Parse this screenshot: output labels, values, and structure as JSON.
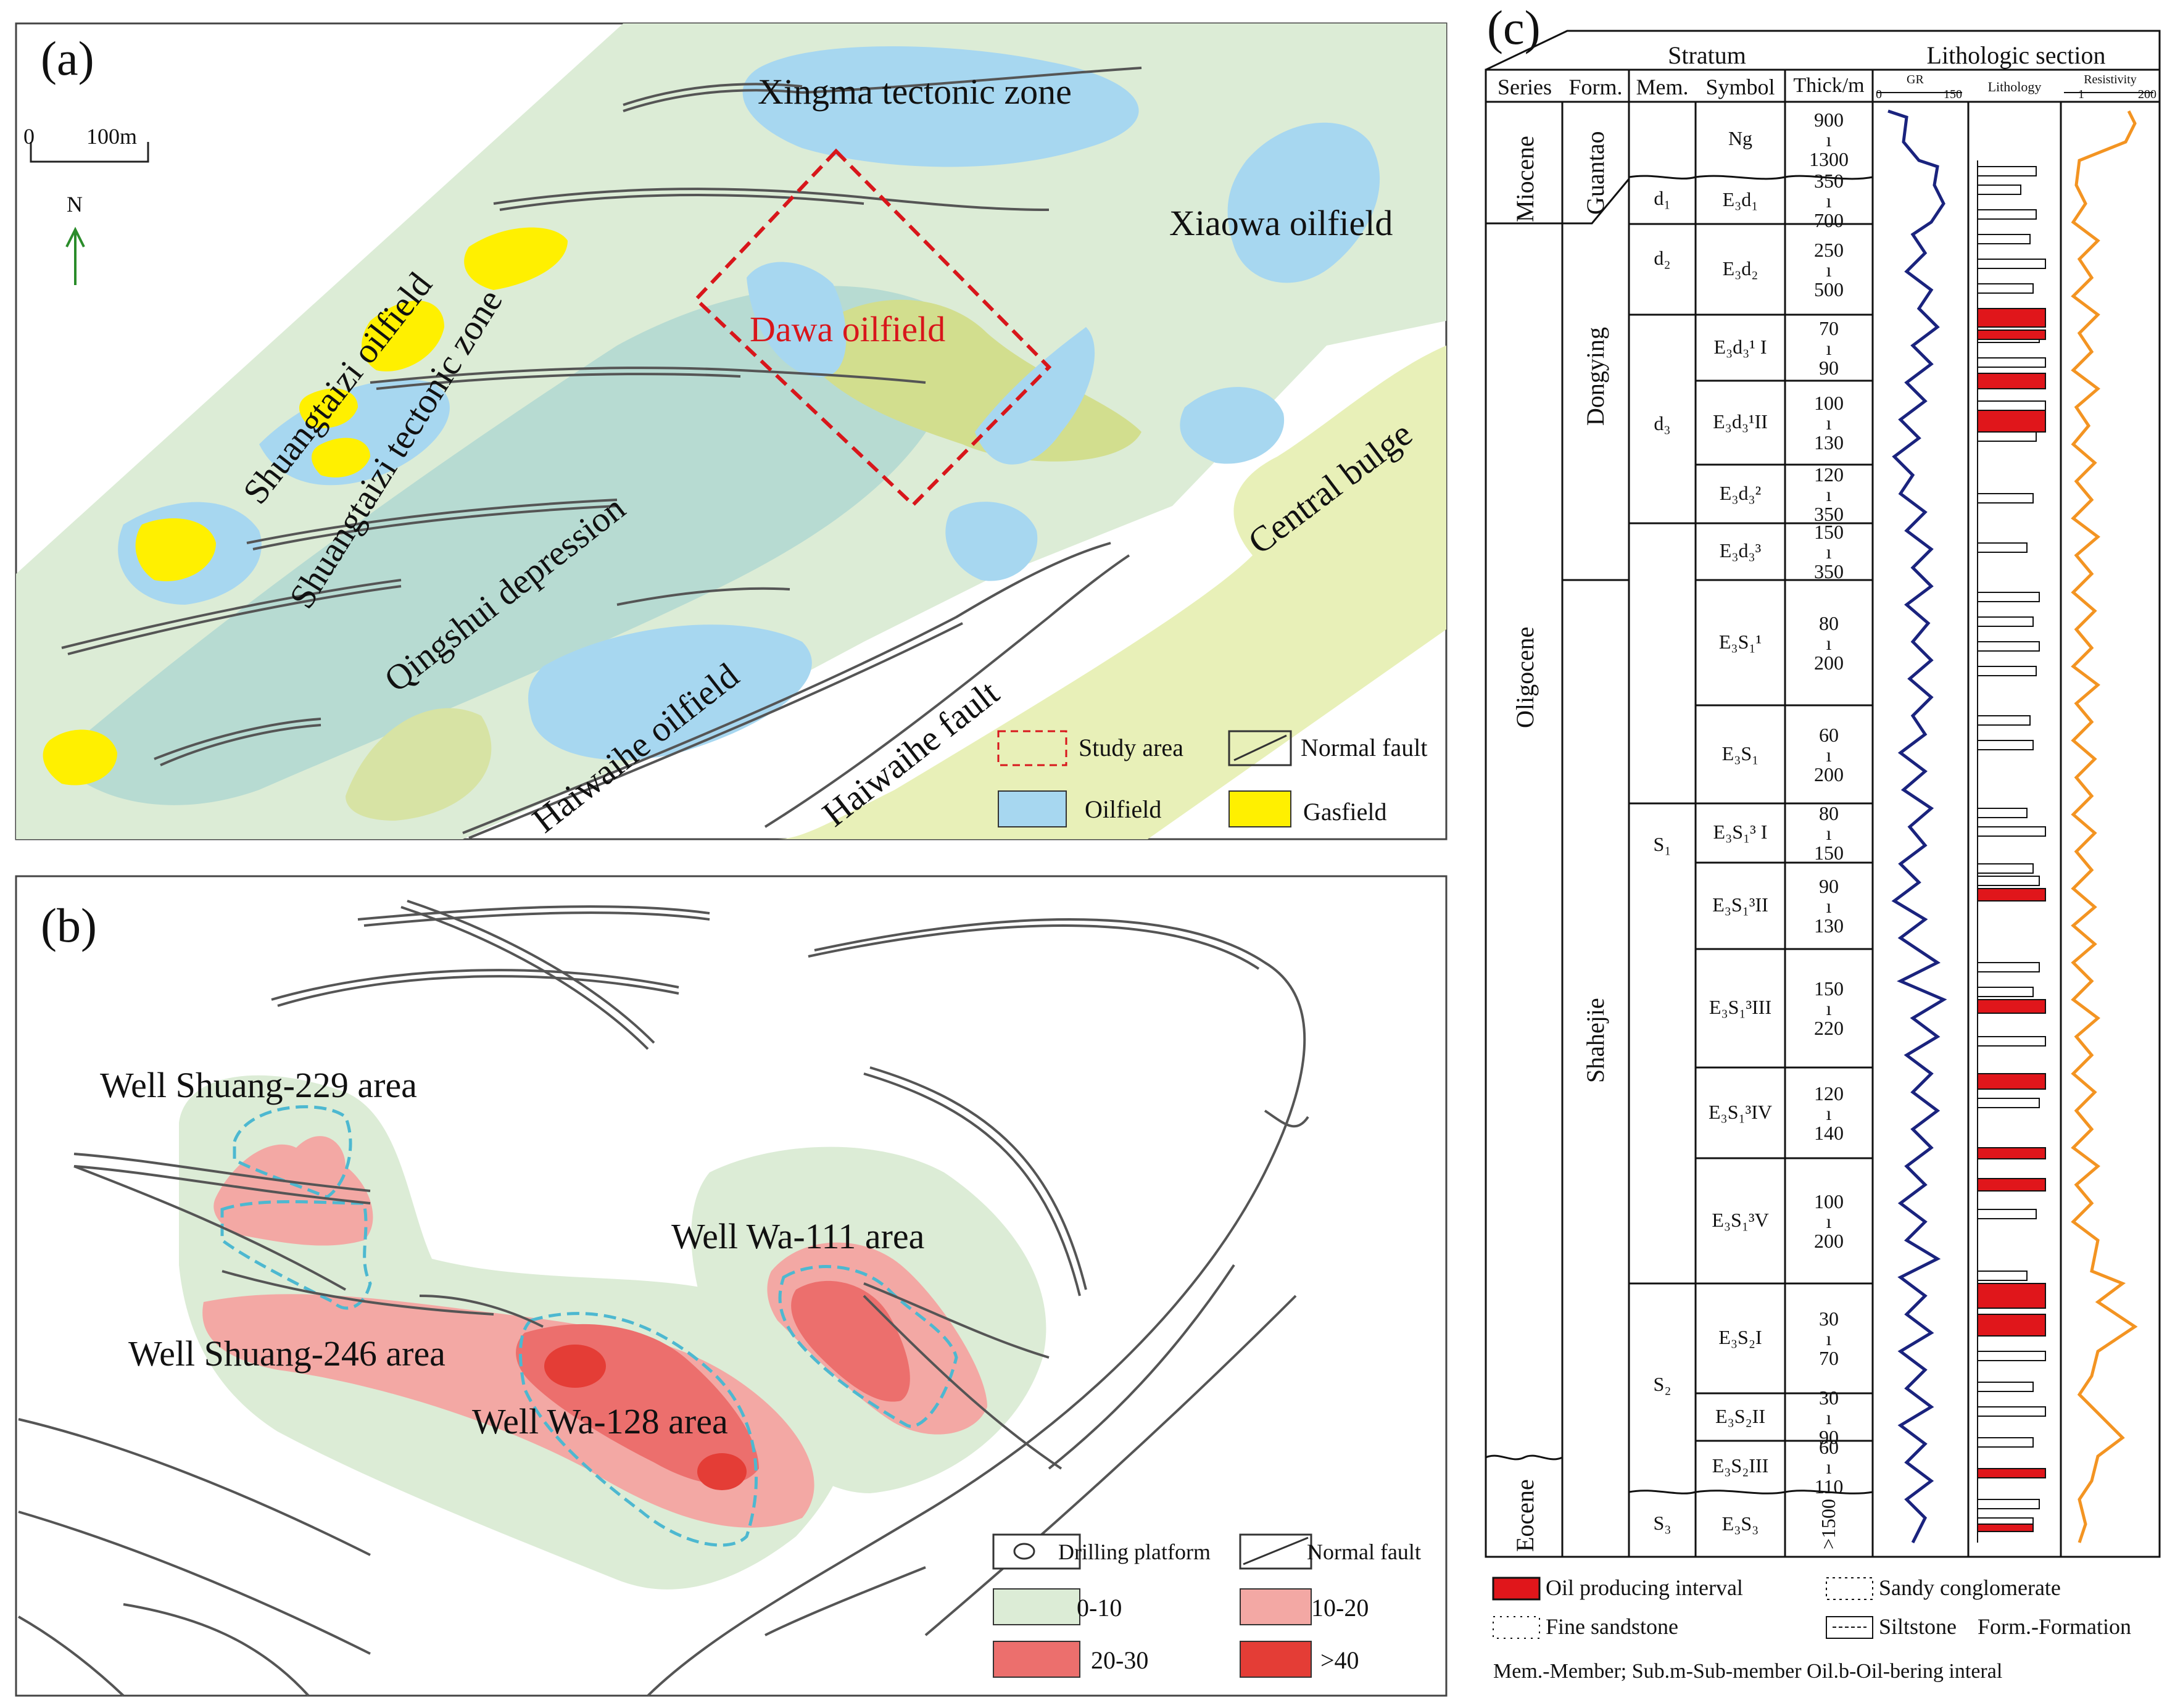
{
  "panels": {
    "a": {
      "label": "(a)",
      "scale_zero": "0",
      "scale_value": "100m",
      "north": "N",
      "labels": {
        "xingma": "Xingma tectonic zone",
        "xiaowa": "Xiaowa oilfield",
        "dawa": "Dawa oilfield",
        "shuangtaizi_oil": "Shuangtaizi oilfield",
        "shuangtaizi_zone": "Shuangtaizi tectonic zone",
        "qingshui": "Qingshui depression",
        "central": "Central bulge",
        "haiwaihe_oil": "Haiwaihe oilfield",
        "haiwaihe_fault": "Haiwaihe fault"
      },
      "legend": {
        "study_area": "Study area",
        "normal_fault": "Normal fault",
        "oilfield": "Oilfield",
        "gasfield": "Gasfield"
      }
    },
    "b": {
      "label": "(b)",
      "labels": {
        "shuang229": "Well Shuang-229 area",
        "wa111": "Well Wa-111 area",
        "shuang246": "Well Shuang-246 area",
        "wa128": "Well Wa-128 area"
      },
      "legend": {
        "drilling": "Drilling platform",
        "normal_fault": "Normal fault",
        "r1": "0-10",
        "r2": "10-20",
        "r3": "20-30",
        "r4": ">40"
      }
    },
    "c": {
      "label": "(c)",
      "headers": {
        "stratum": "Stratum",
        "litho": "Lithologic section",
        "series": "Series",
        "form": "Form.",
        "mem": "Mem.",
        "symbol": "Symbol",
        "thick": "Thick/m",
        "gr": "GR",
        "gr_min": "0",
        "gr_max": "150",
        "lithology": "Lithology",
        "resistivity": "Resistivity",
        "res_min": "1",
        "res_max": "200"
      },
      "series": {
        "miocene": "Miocene",
        "oligocene": "Oligocene",
        "eocene": "Eocene"
      },
      "formations": {
        "guantao": "Guantao",
        "dongying": "Dongying",
        "shahejie": "Shahejie"
      },
      "members": {
        "d1": "d₁",
        "d2": "d₂",
        "d3": "d₃",
        "s1": "S₁",
        "s2": "S₂",
        "s3": "S₃"
      },
      "rows": [
        {
          "symbol": "Ng",
          "top": "900",
          "bot": "1300"
        },
        {
          "symbol": "E₃d₁",
          "top": "350",
          "bot": "700"
        },
        {
          "symbol": "E₃d₂",
          "top": "250",
          "bot": "500"
        },
        {
          "symbol": "E₃d₃¹ I",
          "top": "70",
          "bot": "90"
        },
        {
          "symbol": "E₃d₃¹II",
          "top": "100",
          "bot": "130"
        },
        {
          "symbol": "E₃d₃²",
          "top": "120",
          "bot": "350"
        },
        {
          "symbol": "E₃d₃³",
          "top": "150",
          "bot": "350"
        },
        {
          "symbol": "E₃S₁¹",
          "top": "80",
          "bot": "200"
        },
        {
          "symbol": "E₃S₁",
          "top": "60",
          "bot": "200"
        },
        {
          "symbol": "E₃S₁³ I",
          "top": "80",
          "bot": "150"
        },
        {
          "symbol": "E₃S₁³II",
          "top": "90",
          "bot": "130"
        },
        {
          "symbol": "E₃S₁³III",
          "top": "150",
          "bot": "220"
        },
        {
          "symbol": "E₃S₁³IV",
          "top": "120",
          "bot": "140"
        },
        {
          "symbol": "E₃S₁³V",
          "top": "100",
          "bot": "200"
        },
        {
          "symbol": "E₃S₂I",
          "top": "30",
          "bot": "70"
        },
        {
          "symbol": "E₃S₂II",
          "top": "30",
          "bot": "90"
        },
        {
          "symbol": "E₃S₂III",
          "top": "60",
          "bot": "110"
        },
        {
          "symbol": "E₃S₃",
          "top": ">1500",
          "bot": ""
        }
      ],
      "legend": {
        "oil": "Oil producing interval",
        "sandy": "Sandy conglomerate",
        "fine": "Fine sandstone",
        "silt": "Siltstone",
        "form_note": "Form.-Formation",
        "notes": "Mem.-Member; Sub.m-Sub-member  Oil.b-Oil-bering interal"
      },
      "colors": {
        "gr": "#1a237e",
        "res": "#f39422",
        "oil": "#e0161b"
      }
    }
  }
}
